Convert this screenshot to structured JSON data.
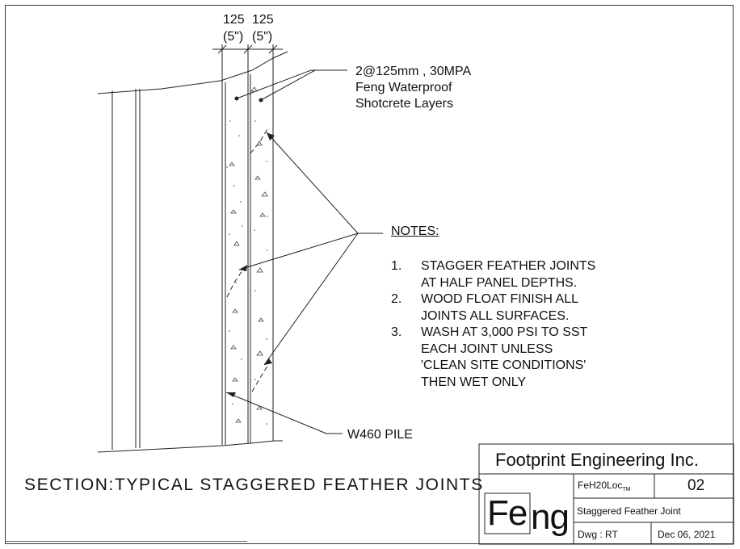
{
  "dimensions": {
    "left_value": "125",
    "left_inches": "(5\")",
    "right_value": "125",
    "right_inches": "(5\")"
  },
  "callouts": {
    "shotcrete_line1": "2@125mm , 30MPA",
    "shotcrete_line2": "Feng Waterproof",
    "shotcrete_line3": "Shotcrete Layers",
    "pile": "W460 PILE"
  },
  "notes": {
    "heading": "NOTES:",
    "items": [
      {
        "num": "1.",
        "line1": "STAGGER FEATHER JOINTS",
        "line2": "AT HALF PANEL DEPTHS.",
        "line3": "",
        "line4": ""
      },
      {
        "num": "2.",
        "line1": "WOOD FLOAT FINISH ALL",
        "line2": "JOINTS ALL SURFACES.",
        "line3": "",
        "line4": ""
      },
      {
        "num": "3.",
        "line1": "WASH AT 3,000 PSI TO SST",
        "line2": "EACH JOINT UNLESS",
        "line3": "'CLEAN SITE CONDITIONS'",
        "line4": "THEN WET ONLY"
      }
    ]
  },
  "section_title": "SECTION:TYPICAL STAGGERED FEATHER JOINTS",
  "title_block": {
    "company": "Footprint Engineering Inc.",
    "logo_part1": "Fe",
    "logo_part2": "ng",
    "doc_code": "FeH20Loc",
    "doc_code_mark": "TM",
    "sheet_number": "02",
    "drawing_name": "Staggered Feather Joint",
    "drawn_by": "Dwg : RT",
    "date": "Dec 06, 2021"
  },
  "colors": {
    "linework": "#222222",
    "background": "#ffffff"
  }
}
